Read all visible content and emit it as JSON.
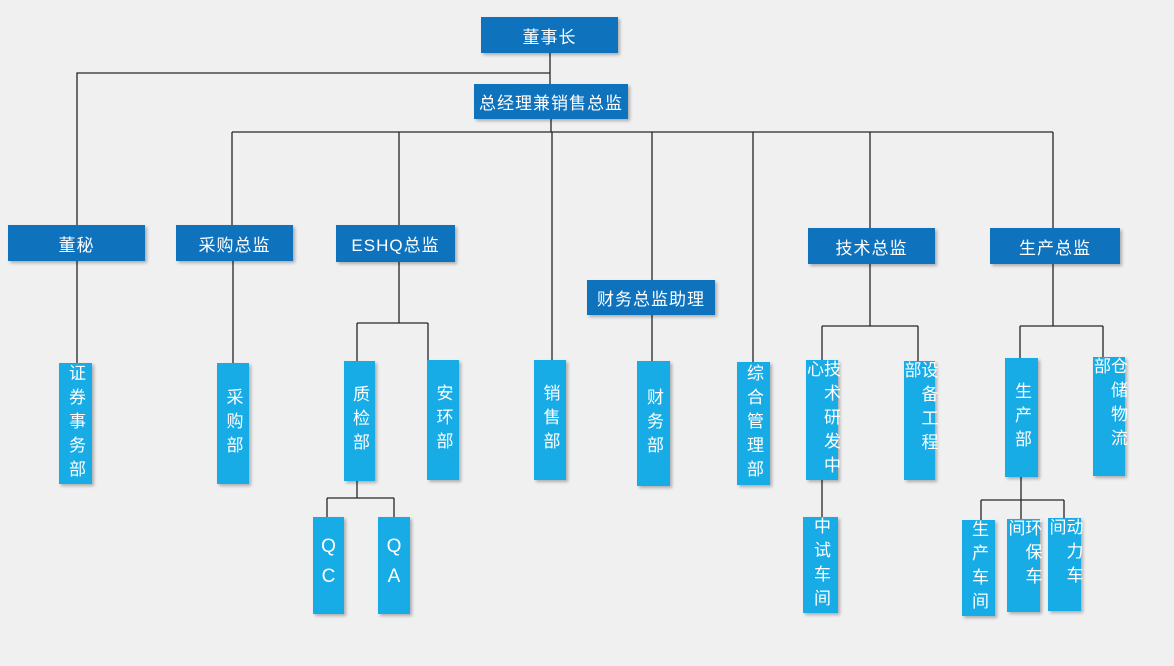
{
  "colors": {
    "primary": "#0e72bd",
    "secondary": "#18ace6",
    "line": "#262626",
    "text": "#ffffff",
    "background": "#f0f0f1"
  },
  "org_chart": {
    "nodes": {
      "chairman": {
        "label": "董事长",
        "level": "executive"
      },
      "gm_sales_director": {
        "label": "总经理兼销售总监",
        "level": "executive"
      },
      "board_secretary": {
        "label": "董秘",
        "level": "director"
      },
      "procurement_director": {
        "label": "采购总监",
        "level": "director"
      },
      "eshq_director": {
        "label": "ESHQ总监",
        "level": "director"
      },
      "finance_director_assistant": {
        "label": "财务总监助理",
        "level": "director"
      },
      "tech_director": {
        "label": "技术总监",
        "level": "director"
      },
      "production_director": {
        "label": "生产总监",
        "level": "director"
      },
      "securities_affairs_dept": {
        "label": "证券事务部",
        "level": "department"
      },
      "procurement_dept": {
        "label": "采购部",
        "level": "department"
      },
      "quality_inspection_dept": {
        "label": "质检部",
        "level": "department"
      },
      "safety_env_dept": {
        "label": "安环部",
        "level": "department"
      },
      "sales_dept": {
        "label": "销售部",
        "level": "department"
      },
      "finance_dept": {
        "label": "财务部",
        "level": "department"
      },
      "general_admin_dept": {
        "label": "综合管理部",
        "level": "department"
      },
      "rd_center": {
        "label": "技术研发中心",
        "level": "department"
      },
      "equipment_eng_dept": {
        "label": "设备工程部",
        "level": "department"
      },
      "production_dept": {
        "label": "生产部",
        "level": "department"
      },
      "warehouse_logistics_dept": {
        "label": "仓储物流部",
        "level": "department"
      },
      "qc": {
        "label": "QC",
        "level": "sub-department"
      },
      "qa": {
        "label": "QA",
        "level": "sub-department"
      },
      "pilot_workshop": {
        "label": "中试车间",
        "level": "sub-department"
      },
      "production_workshop": {
        "label": "生产车间",
        "level": "sub-department"
      },
      "env_protection_workshop": {
        "label": "环保车间",
        "level": "sub-department"
      },
      "power_workshop": {
        "label": "动力车间",
        "level": "sub-department"
      }
    },
    "edges": [
      [
        "chairman",
        "gm_sales_director"
      ],
      [
        "chairman",
        "board_secretary"
      ],
      [
        "board_secretary",
        "securities_affairs_dept"
      ],
      [
        "gm_sales_director",
        "procurement_director"
      ],
      [
        "gm_sales_director",
        "eshq_director"
      ],
      [
        "gm_sales_director",
        "sales_dept"
      ],
      [
        "gm_sales_director",
        "finance_director_assistant"
      ],
      [
        "gm_sales_director",
        "general_admin_dept"
      ],
      [
        "gm_sales_director",
        "tech_director"
      ],
      [
        "gm_sales_director",
        "production_director"
      ],
      [
        "procurement_director",
        "procurement_dept"
      ],
      [
        "eshq_director",
        "quality_inspection_dept"
      ],
      [
        "eshq_director",
        "safety_env_dept"
      ],
      [
        "quality_inspection_dept",
        "qc"
      ],
      [
        "quality_inspection_dept",
        "qa"
      ],
      [
        "finance_director_assistant",
        "finance_dept"
      ],
      [
        "tech_director",
        "rd_center"
      ],
      [
        "tech_director",
        "equipment_eng_dept"
      ],
      [
        "rd_center",
        "pilot_workshop"
      ],
      [
        "production_director",
        "production_dept"
      ],
      [
        "production_director",
        "warehouse_logistics_dept"
      ],
      [
        "production_dept",
        "production_workshop"
      ],
      [
        "production_dept",
        "env_protection_workshop"
      ],
      [
        "production_dept",
        "power_workshop"
      ]
    ]
  }
}
